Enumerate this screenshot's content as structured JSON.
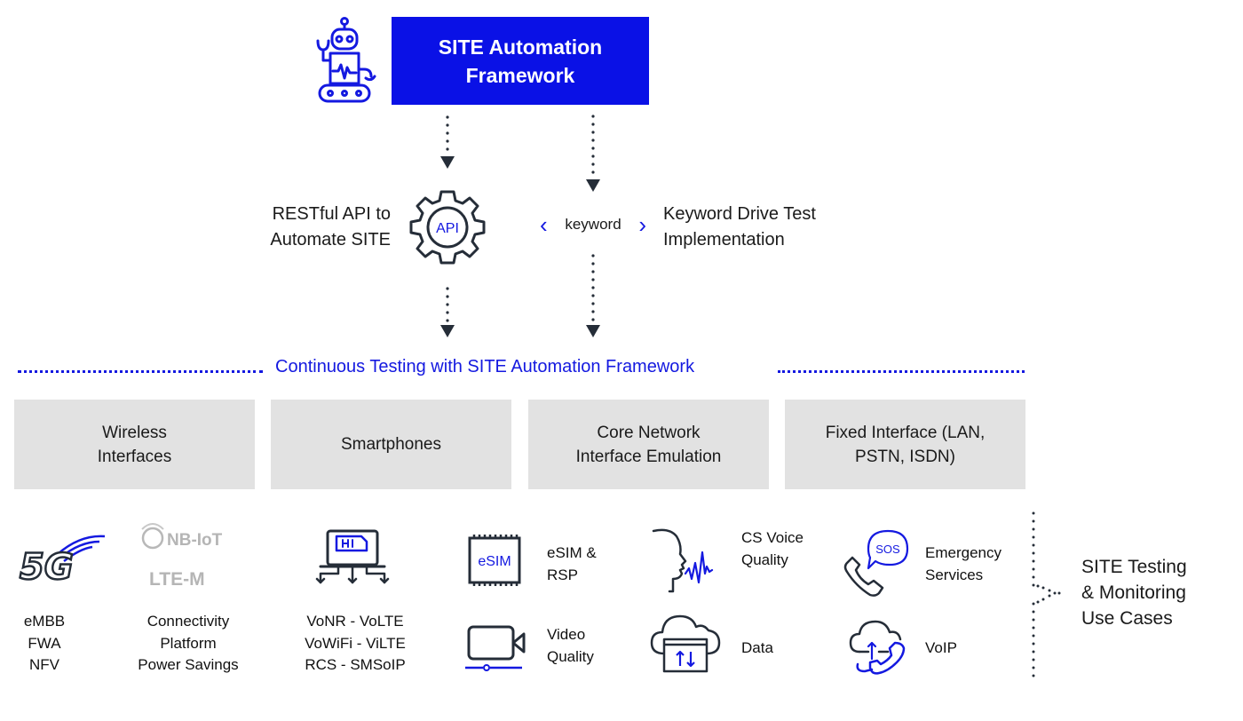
{
  "header": {
    "title_line1": "SITE Automation",
    "title_line2": "Framework",
    "robot_icon": "robot-icon"
  },
  "flow": {
    "api_label_line1": "RESTful API to",
    "api_label_line2": "Automate SITE",
    "api_icon_text": "API",
    "keyword_tag": "keyword",
    "keyword_label_line1": "Keyword Drive Test",
    "keyword_label_line2": "Implementation"
  },
  "band": {
    "title": "Continuous Testing with SITE Automation Framework"
  },
  "categories": [
    {
      "line1": "Wireless",
      "line2": "Interfaces"
    },
    {
      "line1": "Smartphones",
      "line2": ""
    },
    {
      "line1": "Core Network",
      "line2": "Interface Emulation"
    },
    {
      "line1": "Fixed Interface (LAN,",
      "line2": "PSTN, ISDN)"
    }
  ],
  "wireless": {
    "fiveg_logo": "5G",
    "nbiot_logo": "NB-IoT",
    "ltem_logo": "LTE-M",
    "fiveg_caption": [
      "eMBB",
      "FWA",
      "NFV"
    ],
    "iot_caption": [
      "Connectivity",
      "Platform",
      "Power Savings"
    ]
  },
  "smartphones": {
    "caption": [
      "VoNR - VoLTE",
      "VoWiFi - ViLTE",
      "RCS - SMSoIP"
    ]
  },
  "use_cases": [
    {
      "icon": "esim-icon",
      "icon_text": "eSIM",
      "line1": "eSIM &",
      "line2": "RSP"
    },
    {
      "icon": "video-camera-icon",
      "line1": "Video",
      "line2": "Quality"
    },
    {
      "icon": "voice-head-icon",
      "line1": "CS Voice",
      "line2": "Quality"
    },
    {
      "icon": "cloud-data-icon",
      "line1": "Data",
      "line2": ""
    },
    {
      "icon": "sos-phone-icon",
      "icon_text": "SOS",
      "line1": "Emergency",
      "line2": "Services"
    },
    {
      "icon": "cloud-phone-icon",
      "line1": "VoIP",
      "line2": ""
    }
  ],
  "side": {
    "line1": "SITE Testing",
    "line2": "& Monitoring",
    "line3": "Use Cases"
  },
  "colors": {
    "brand_blue": "#0a11e6",
    "dark": "#252d38",
    "box_gray": "#e2e2e2"
  }
}
